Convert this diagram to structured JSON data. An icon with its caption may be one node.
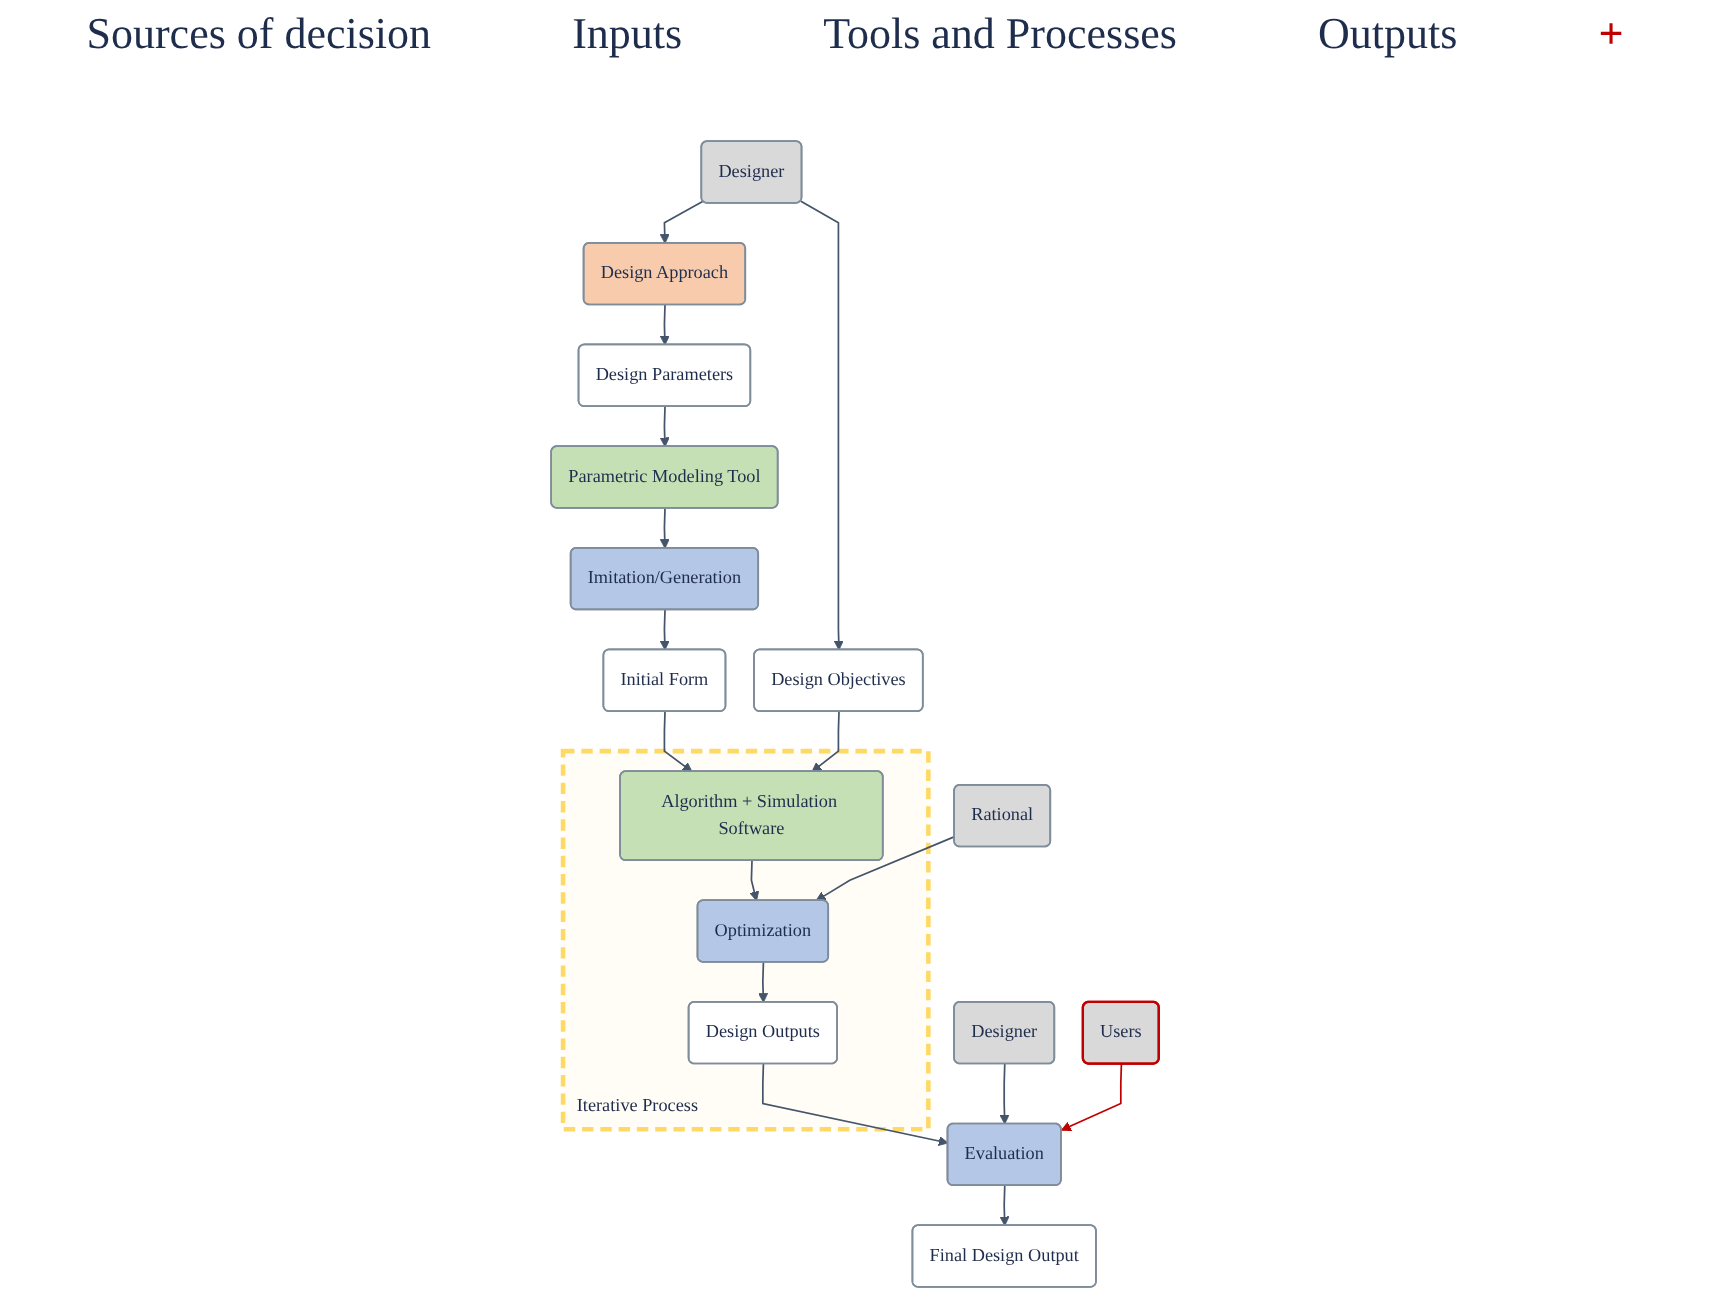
{
  "diagram": {
    "nodes": [
      {
        "text": [
          "Designer"
        ]
      },
      {
        "text": [
          "Design Approach"
        ]
      },
      {
        "text": [
          "Design Parameters"
        ]
      },
      {
        "text": [
          "Parametric Modeling Tool"
        ]
      },
      {
        "text": [
          "Imitation/Generation"
        ]
      },
      {
        "text": [
          "Initial Form"
        ]
      },
      {
        "text": [
          "Iterative Process"
        ]
      },
      {
        "text": [
          "Design Objectives"
        ]
      },
      {
        "text": [
          "Algorithm + Simulation Software"
        ],
        "in": 6
      },
      {
        "text": [
          "Rational"
        ]
      },
      {
        "text": [
          "Optimization"
        ],
        "in": 6
      },
      {
        "text": [
          "Design Outputs"
        ],
        "in": 6
      },
      {
        "text": [
          "Designer"
        ]
      },
      {
        "text": [
          "Users"
        ]
      },
      {
        "text": [
          "Evaluation"
        ]
      },
      {
        "text": [
          "Final Design Output"
        ]
      }
    ],
    "edges": [
      {
        "from": 0,
        "to": 1,
        "arrow": "to"
      },
      {
        "from": 0,
        "to": 7,
        "arrow": "to"
      },
      {
        "from": 1,
        "to": 2,
        "arrow": "to"
      },
      {
        "from": 2,
        "to": 3,
        "arrow": "to"
      },
      {
        "from": 3,
        "to": 4,
        "arrow": "to"
      },
      {
        "from": 4,
        "to": 5,
        "arrow": "to"
      },
      {
        "from": 5,
        "to": 8,
        "arrow": "to"
      },
      {
        "from": 7,
        "to": 8,
        "arrow": "to"
      },
      {
        "from": 8,
        "to": 10,
        "arrow": "to"
      },
      {
        "from": 9,
        "to": 10,
        "arrow": "to"
      },
      {
        "from": 10,
        "to": 11,
        "arrow": "to"
      },
      {
        "from": 11,
        "to": 14,
        "arrow": "to"
      },
      {
        "from": 12,
        "to": 14,
        "arrow": "to"
      },
      {
        "from": 13,
        "to": 14,
        "arrow": "to",
        "color": "#c00000"
      },
      {
        "from": 14,
        "to": 15,
        "arrow": "to"
      }
    ],
    "labels": [
      "Sources of decision",
      "Inputs",
      "Tools and Processes",
      "Outputs",
      "+"
    ]
  }
}
